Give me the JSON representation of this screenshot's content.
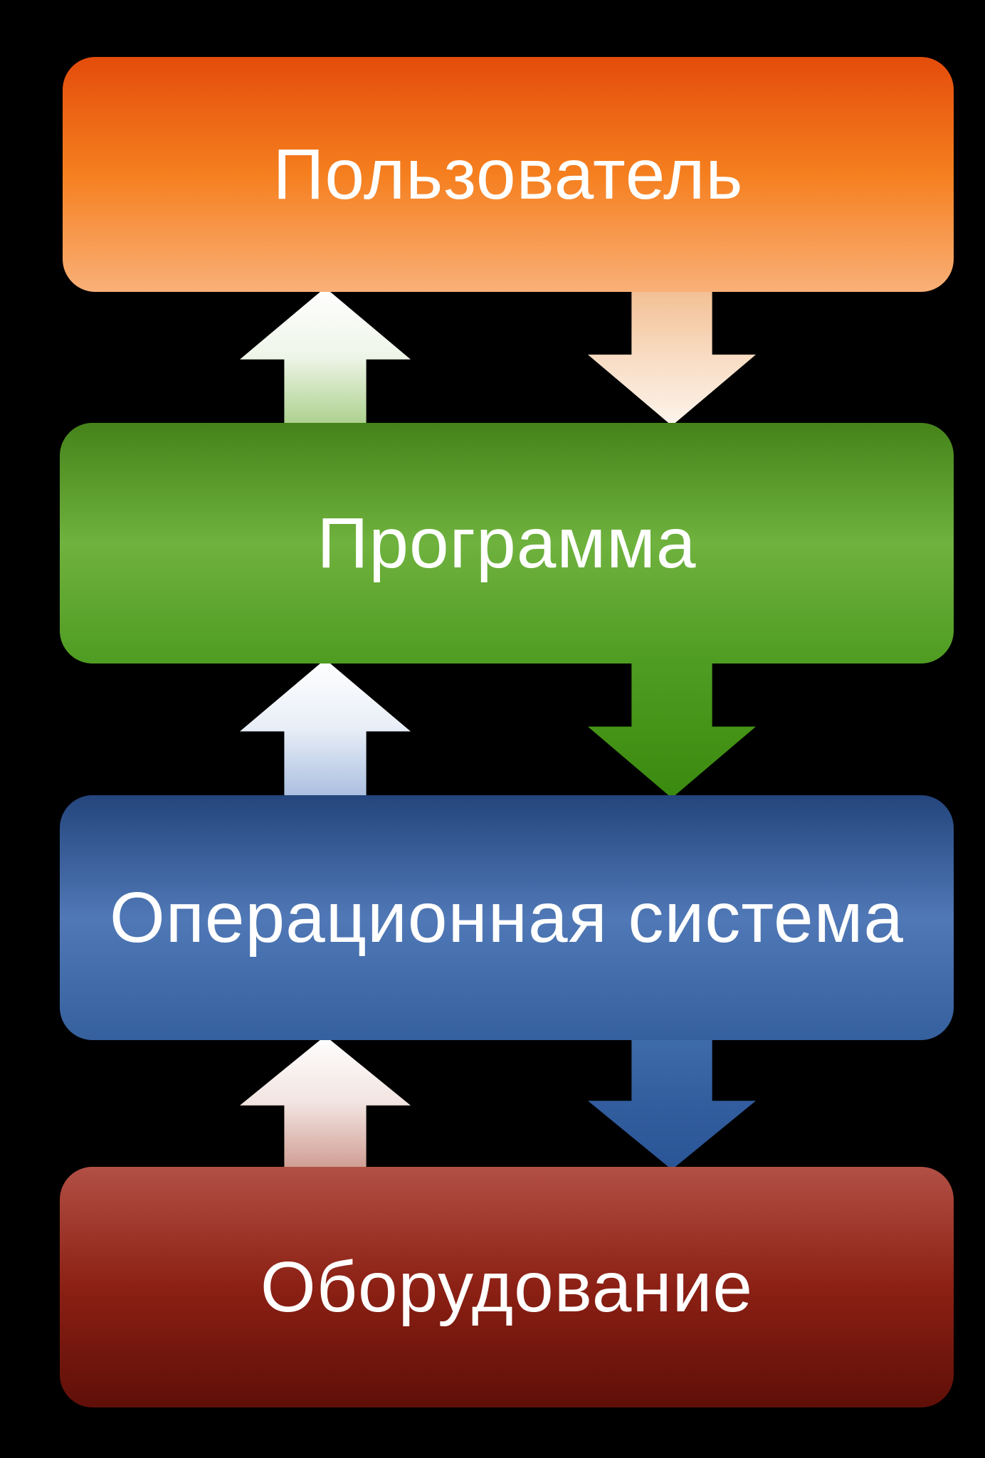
{
  "background_color": "#000000",
  "diagram": {
    "layers": [
      {
        "id": "user",
        "label": "Пользователь",
        "gradient": [
          "#e44c0b",
          "#f57f1f",
          "#f9b078"
        ],
        "text_color": "#ffffff"
      },
      {
        "id": "program",
        "label": "Программа",
        "gradient": [
          "#45831a",
          "#6fb23e",
          "#4f9c22"
        ],
        "text_color": "#ffffff"
      },
      {
        "id": "os",
        "label": "Операционная система",
        "gradient": [
          "#24457c",
          "#5078b6",
          "#35609e"
        ],
        "text_color": "#ffffff"
      },
      {
        "id": "hardware",
        "label": "Оборудование",
        "gradient": [
          "#b25045",
          "#8c2014",
          "#5f0f08"
        ],
        "text_color": "#ffffff"
      }
    ],
    "arrows": [
      {
        "name": "arrow-up-program-to-user",
        "direction": "up",
        "gradient": [
          "#ffffff",
          "#eef5e8",
          "#abd08c"
        ]
      },
      {
        "name": "arrow-down-user-to-program",
        "direction": "down",
        "gradient": [
          "#f3bf92",
          "#f8dcc3",
          "#fdf4ec"
        ]
      },
      {
        "name": "arrow-up-os-to-program",
        "direction": "up",
        "gradient": [
          "#ffffff",
          "#e8eef7",
          "#a9bedf"
        ]
      },
      {
        "name": "arrow-down-program-to-os",
        "direction": "down",
        "gradient": [
          "#509d24",
          "#459317",
          "#3b8a10"
        ]
      },
      {
        "name": "arrow-up-hardware-to-os",
        "direction": "up",
        "gradient": [
          "#ffffff",
          "#f2e4e1",
          "#cf9c92"
        ]
      },
      {
        "name": "arrow-down-os-to-hardware",
        "direction": "down",
        "gradient": [
          "#3f6cab",
          "#325d9e",
          "#2a5596"
        ]
      }
    ]
  }
}
